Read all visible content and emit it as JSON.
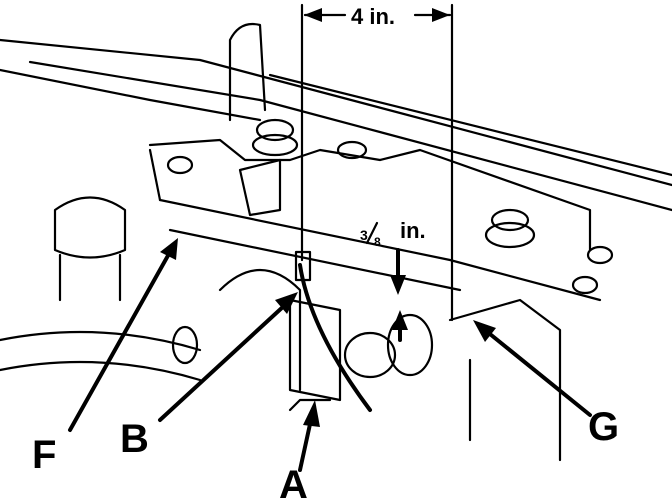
{
  "diagram": {
    "dimensions": {
      "horizontal": "4 in.",
      "vertical_numerator": "3",
      "vertical_denominator": "8",
      "vertical_unit": "in."
    },
    "callouts": [
      "A",
      "B",
      "F",
      "G"
    ],
    "colors": {
      "ink": "#000000",
      "background": "#ffffff"
    }
  }
}
